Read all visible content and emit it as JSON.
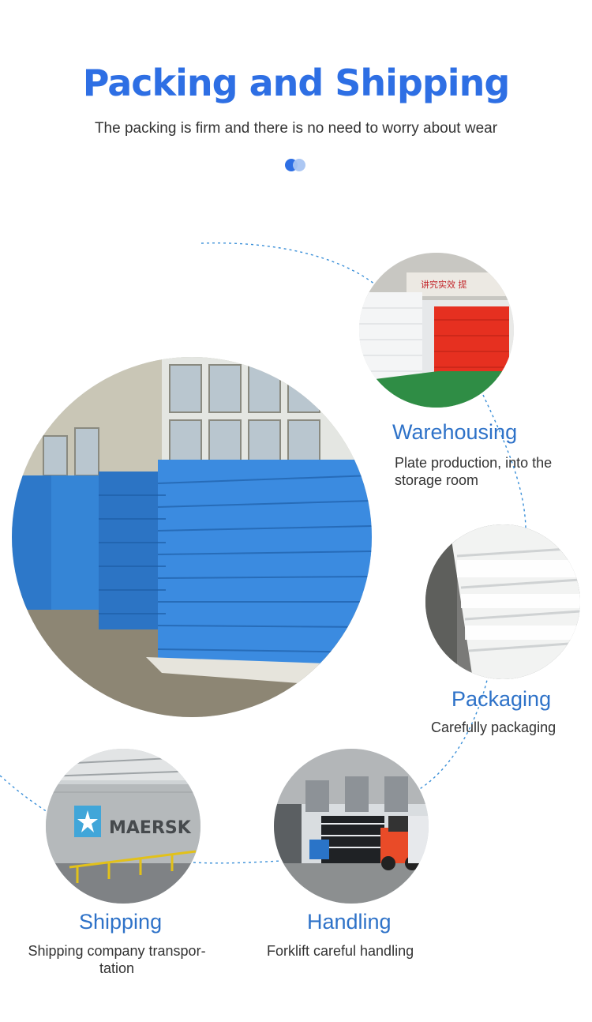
{
  "header": {
    "title": "Packing and Shipping",
    "subtitle": "The packing is firm and there is no need to worry about wear"
  },
  "colors": {
    "accent": "#2e6fe4",
    "accent_light": "#a8c4f2",
    "label": "#2e72c8",
    "text": "#333333"
  },
  "steps": [
    {
      "icon": "warehouse-photo",
      "label": "Warehousing",
      "desc": "Plate production, into the storage room"
    },
    {
      "icon": "packaging-photo",
      "label": "Packaging",
      "desc": "Carefully packaging"
    },
    {
      "icon": "forklift-photo",
      "label": "Handling",
      "desc": "Forklift careful handling"
    },
    {
      "icon": "container-photo",
      "label": "Shipping",
      "desc": "Shipping company transpor-tation"
    }
  ],
  "photos": {
    "container_brand": "MAERSK",
    "warehouse_sign": "讲究实效 提"
  }
}
